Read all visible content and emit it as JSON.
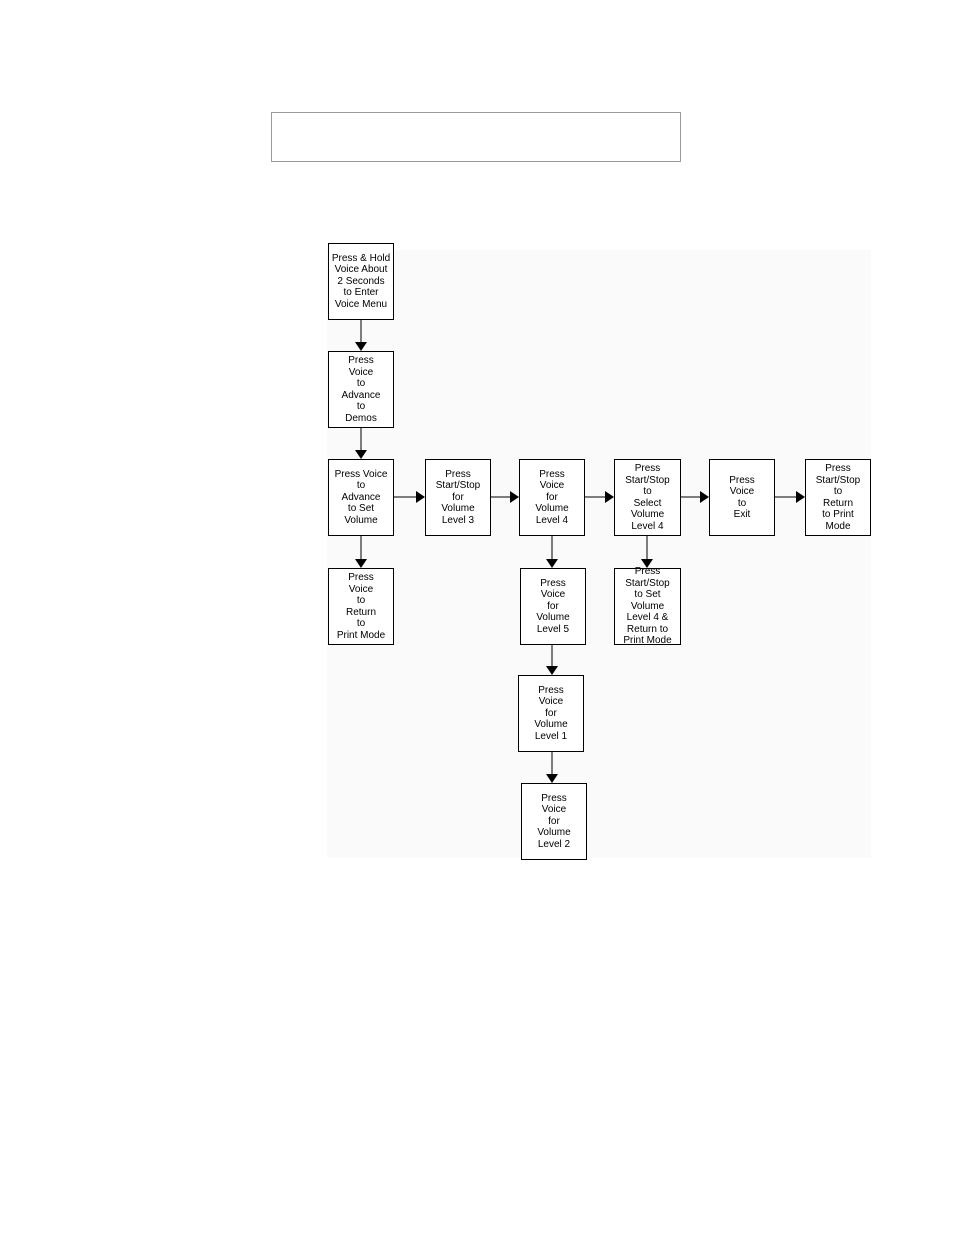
{
  "header_box": {
    "text": ""
  },
  "flowchart": {
    "boxes": [
      {
        "id": "enter-voice-menu",
        "text": "Press & Hold\nVoice About\n2 Seconds\nto Enter\nVoice Menu"
      },
      {
        "id": "advance-to-demos",
        "text": "Press\nVoice\nto\nAdvance\nto\nDemos"
      },
      {
        "id": "advance-to-set-volume",
        "text": "Press Voice\nto\nAdvance\nto Set\nVolume"
      },
      {
        "id": "return-to-print-mode-1",
        "text": "Press\nVoice\nto\nReturn\nto\nPrint Mode"
      },
      {
        "id": "volume-level-3",
        "text": "Press\nStart/Stop\nfor\nVolume\nLevel 3"
      },
      {
        "id": "volume-level-4",
        "text": "Press\nVoice\nfor\nVolume\nLevel 4"
      },
      {
        "id": "volume-level-5",
        "text": "Press\nVoice\nfor\nVolume\nLevel 5"
      },
      {
        "id": "volume-level-1",
        "text": "Press\nVoice\nfor\nVolume\nLevel 1"
      },
      {
        "id": "volume-level-2",
        "text": "Press\nVoice\nfor\nVolume\nLevel 2"
      },
      {
        "id": "select-volume-level-4",
        "text": "Press\nStart/Stop\nto\nSelect\nVolume\nLevel 4"
      },
      {
        "id": "set-volume-level-4-return",
        "text": "Press\nStart/Stop\nto Set Volume\nLevel 4 &\nReturn to\nPrint Mode"
      },
      {
        "id": "exit",
        "text": "Press\nVoice\nto\nExit"
      },
      {
        "id": "return-to-print-mode-2",
        "text": "Press\nStart/Stop\nto\nReturn\nto Print\nMode"
      }
    ],
    "connections": [
      {
        "from": "enter-voice-menu",
        "to": "advance-to-demos"
      },
      {
        "from": "advance-to-demos",
        "to": "advance-to-set-volume"
      },
      {
        "from": "advance-to-set-volume",
        "to": "return-to-print-mode-1"
      },
      {
        "from": "advance-to-set-volume",
        "to": "volume-level-3"
      },
      {
        "from": "volume-level-3",
        "to": "volume-level-4"
      },
      {
        "from": "volume-level-4",
        "to": "select-volume-level-4"
      },
      {
        "from": "volume-level-4",
        "to": "volume-level-5"
      },
      {
        "from": "volume-level-5",
        "to": "volume-level-1"
      },
      {
        "from": "volume-level-1",
        "to": "volume-level-2"
      },
      {
        "from": "select-volume-level-4",
        "to": "exit"
      },
      {
        "from": "select-volume-level-4",
        "to": "set-volume-level-4-return"
      },
      {
        "from": "exit",
        "to": "return-to-print-mode-2"
      }
    ]
  }
}
